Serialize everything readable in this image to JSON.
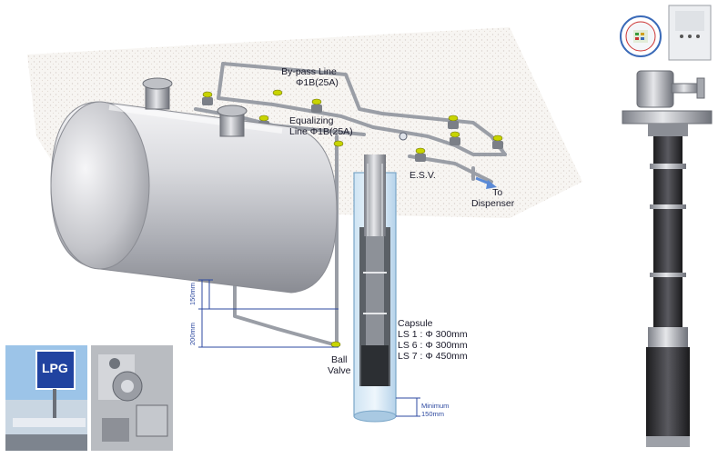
{
  "labels": {
    "bypass_line": "By-pass Line",
    "bypass_size": "Φ1B(25A)",
    "equalizing_line": "Equalizing",
    "equalizing_size": "Line  Φ1B(25A)",
    "esv": "E.S.V.",
    "to": "To",
    "dispenser": "Dispenser",
    "ball": "Ball",
    "valve": "Valve",
    "capsule": "Capsule",
    "capsule_specs": [
      "LS 1  :  Φ 300mm",
      "LS 6  :  Φ 300mm",
      "LS 7  :  Φ 450mm"
    ]
  },
  "dimensions": {
    "top_offset": "150mm",
    "depth": "200mm",
    "minimum": "Minimum",
    "minimum_value": "150mm"
  },
  "photos": {
    "sign_text": "LPG"
  },
  "colors": {
    "pipe": "#9a9ea6",
    "valve_handle": "#c8d400",
    "dimension": "#2e4aa0",
    "arrow": "#5b8ad6"
  }
}
